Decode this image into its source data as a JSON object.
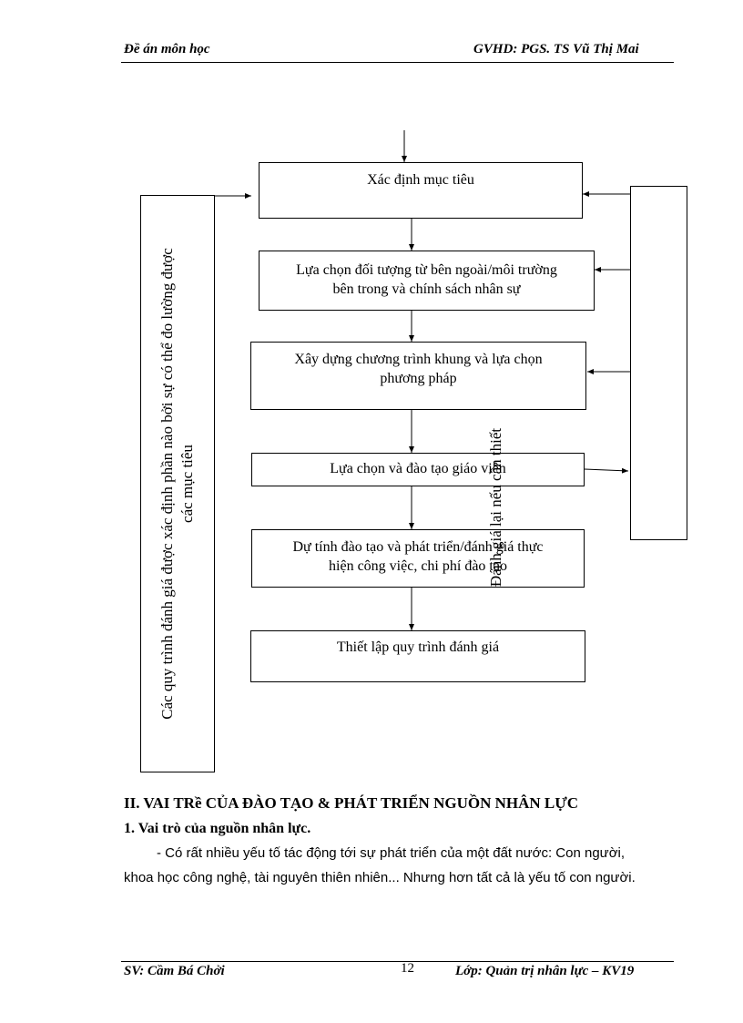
{
  "header": {
    "left": "Đề án môn học",
    "right": "GVHD: PGS. TS Vũ Thị Mai"
  },
  "diagram": {
    "box1": [
      "Xác định mục tiêu"
    ],
    "box2": [
      "Lựa chọn đối tượng từ bên ngoài/môi trường",
      "bên trong và chính sách nhân sự"
    ],
    "box3": [
      "Xây dựng chương trình khung và lựa chọn",
      "phương pháp"
    ],
    "box4": [
      "Lựa chọn và đào tạo giáo viên"
    ],
    "box5": [
      "Dự tính đào tạo và phát triển/đánh giá thực",
      "hiện công việc, chi phí đào tạo"
    ],
    "box6": [
      "Thiết lập quy trình đánh giá"
    ],
    "left_label": [
      "Các quy trình đánh giá được xác định phần nào bởi sự có thể đo lường được",
      "các mục tiêu"
    ],
    "right_label": "Đánh giá lại nếu cần thiết"
  },
  "section": {
    "title": "II. VAI TRề CỦA ĐÀO TẠO & PHÁT TRIỂN NGUỒN NHÂN LỰC",
    "subtitle": "1. Vai trò của nguồn nhân lực.",
    "paragraph_line1": "-   Có rất nhiều yếu tố tác động tới sự phát triển của một đất nước: Con người,",
    "paragraph_line2": "khoa học công nghệ, tài nguyên thiên nhiên... Nhưng hơn tất cả là yếu tố con người."
  },
  "footer": {
    "left": "SV: Cầm Bá Chởi",
    "page": "12",
    "right": "Lớp: Quản trị nhân lực – KV19"
  }
}
